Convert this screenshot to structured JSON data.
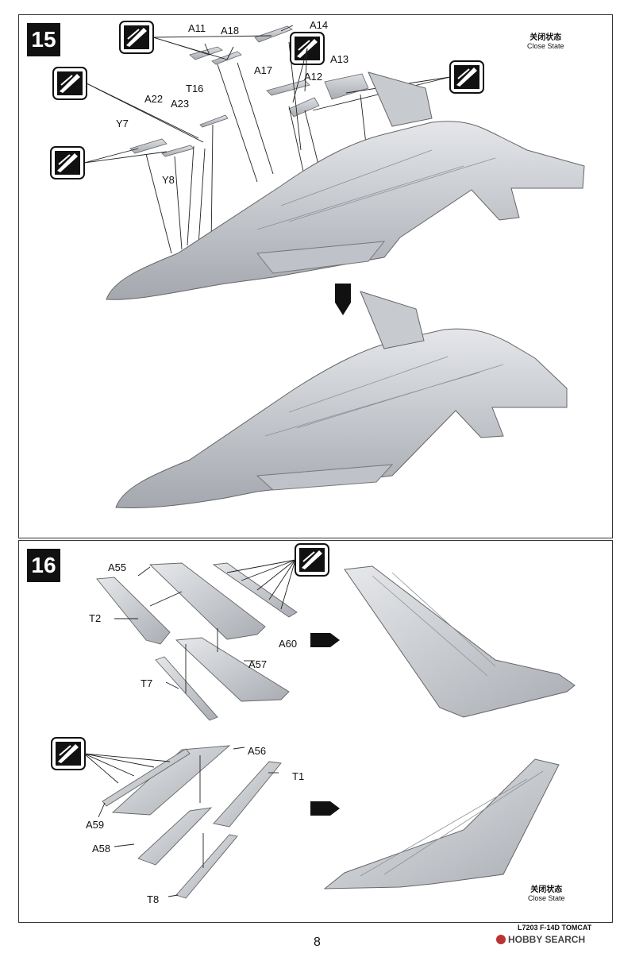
{
  "step15": {
    "number": "15",
    "state_cn": "关闭状态",
    "state_en": "Close State",
    "labels": {
      "a11": "A11",
      "a18": "A18",
      "a14": "A14",
      "a17": "A17",
      "a13": "A13",
      "a12": "A12",
      "t16": "T16",
      "a22": "A22",
      "a23": "A23",
      "y7": "Y7",
      "y8": "Y8"
    }
  },
  "step16": {
    "number": "16",
    "state_cn": "关闭状态",
    "state_en": "Close State",
    "labels": {
      "a55": "A55",
      "t2": "T2",
      "a60": "A60",
      "a57": "A57",
      "t7": "T7",
      "a56": "A56",
      "t1": "T1",
      "a59": "A59",
      "a58": "A58",
      "t8": "T8"
    }
  },
  "footer": {
    "model": "L7203  F-14D TOMCAT",
    "page": "8",
    "watermark": "HOBBY SEARCH"
  },
  "icons": {
    "cement": "glue-icon",
    "arrow": "down-arrow-icon"
  }
}
